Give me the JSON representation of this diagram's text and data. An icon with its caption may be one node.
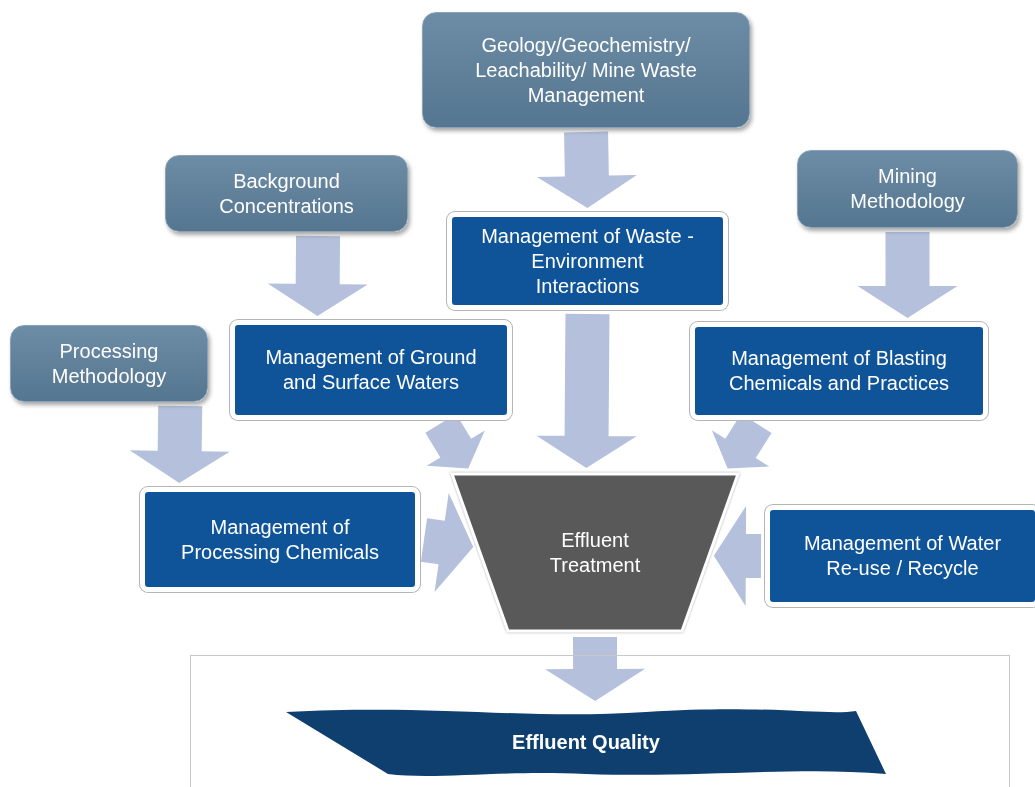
{
  "diagram": {
    "nodes": [
      {
        "text": [
          "Geology/Geochemistry/ Leachability/ Mine Waste Management"
        ]
      },
      {
        "text": [
          "Background Concentrations"
        ]
      },
      {
        "text": [
          "Mining Methodology"
        ]
      },
      {
        "text": [
          "Processing Methodology"
        ]
      },
      {
        "text": [
          "Management of Waste - Environment Interactions"
        ]
      },
      {
        "text": [
          "Management of Ground and Surface Waters"
        ]
      },
      {
        "text": [
          "Management of Blasting Chemicals and Practices"
        ]
      },
      {
        "text": [
          "Management of Processing Chemicals"
        ]
      },
      {
        "text": [
          "Effluent Treatment"
        ]
      },
      {
        "text": [
          "Management of Water Re-use / Recycle"
        ]
      },
      {
        "text": [],
        "shape": "box"
      },
      {
        "text": [
          "Effluent Quality"
        ],
        "in": 10
      }
    ],
    "edges": [
      {
        "from": 0,
        "to": 4,
        "arrow": "to"
      },
      {
        "from": 1,
        "to": 5,
        "arrow": "to"
      },
      {
        "from": 2,
        "to": 6,
        "arrow": "to"
      },
      {
        "from": 3,
        "to": 7,
        "arrow": "to"
      },
      {
        "from": 4,
        "to": 8,
        "arrow": "to"
      },
      {
        "from": 5,
        "to": 8,
        "arrow": "to"
      },
      {
        "from": 6,
        "to": 8,
        "arrow": "to"
      },
      {
        "from": 7,
        "to": 8,
        "arrow": "to"
      },
      {
        "from": 9,
        "to": 8,
        "arrow": "to"
      },
      {
        "from": 8,
        "to": 11,
        "arrow": "to"
      }
    ]
  }
}
